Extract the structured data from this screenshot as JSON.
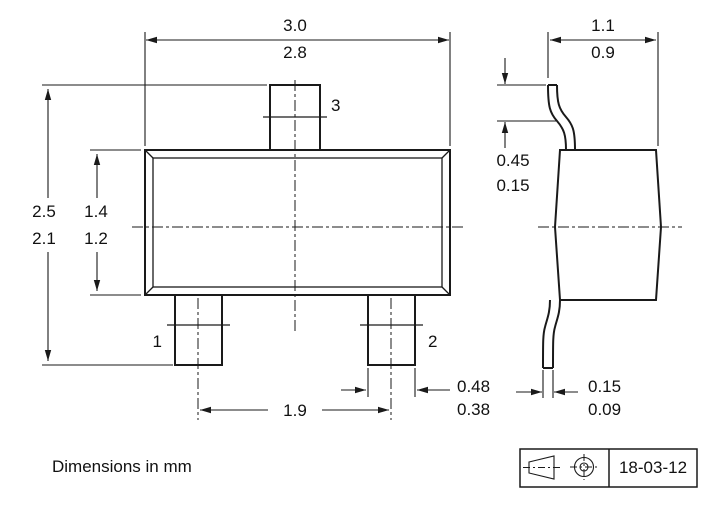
{
  "drawing": {
    "front_view": {
      "pin_labels": {
        "pin1": "1",
        "pin2": "2",
        "pin3": "3"
      },
      "dims": {
        "width_max": "3.0",
        "width_min": "2.8",
        "overall_height_max": "2.5",
        "overall_height_min": "2.1",
        "body_height_max": "1.4",
        "body_height_min": "1.2",
        "pin_pitch": "1.9",
        "pin_width_max": "0.48",
        "pin_width_min": "0.38"
      }
    },
    "side_view": {
      "dims": {
        "thickness_max": "1.1",
        "thickness_min": "0.9",
        "lead_foot_max": "0.45",
        "lead_foot_min": "0.15",
        "lead_thickness_max": "0.15",
        "lead_thickness_min": "0.09"
      }
    },
    "footer": {
      "note": "Dimensions in mm",
      "date": "18-03-12"
    },
    "icons": {
      "projection_symbol": "first-angle-projection-icon"
    },
    "colors": {
      "line": "#1a1a1a",
      "background": "#ffffff"
    }
  }
}
